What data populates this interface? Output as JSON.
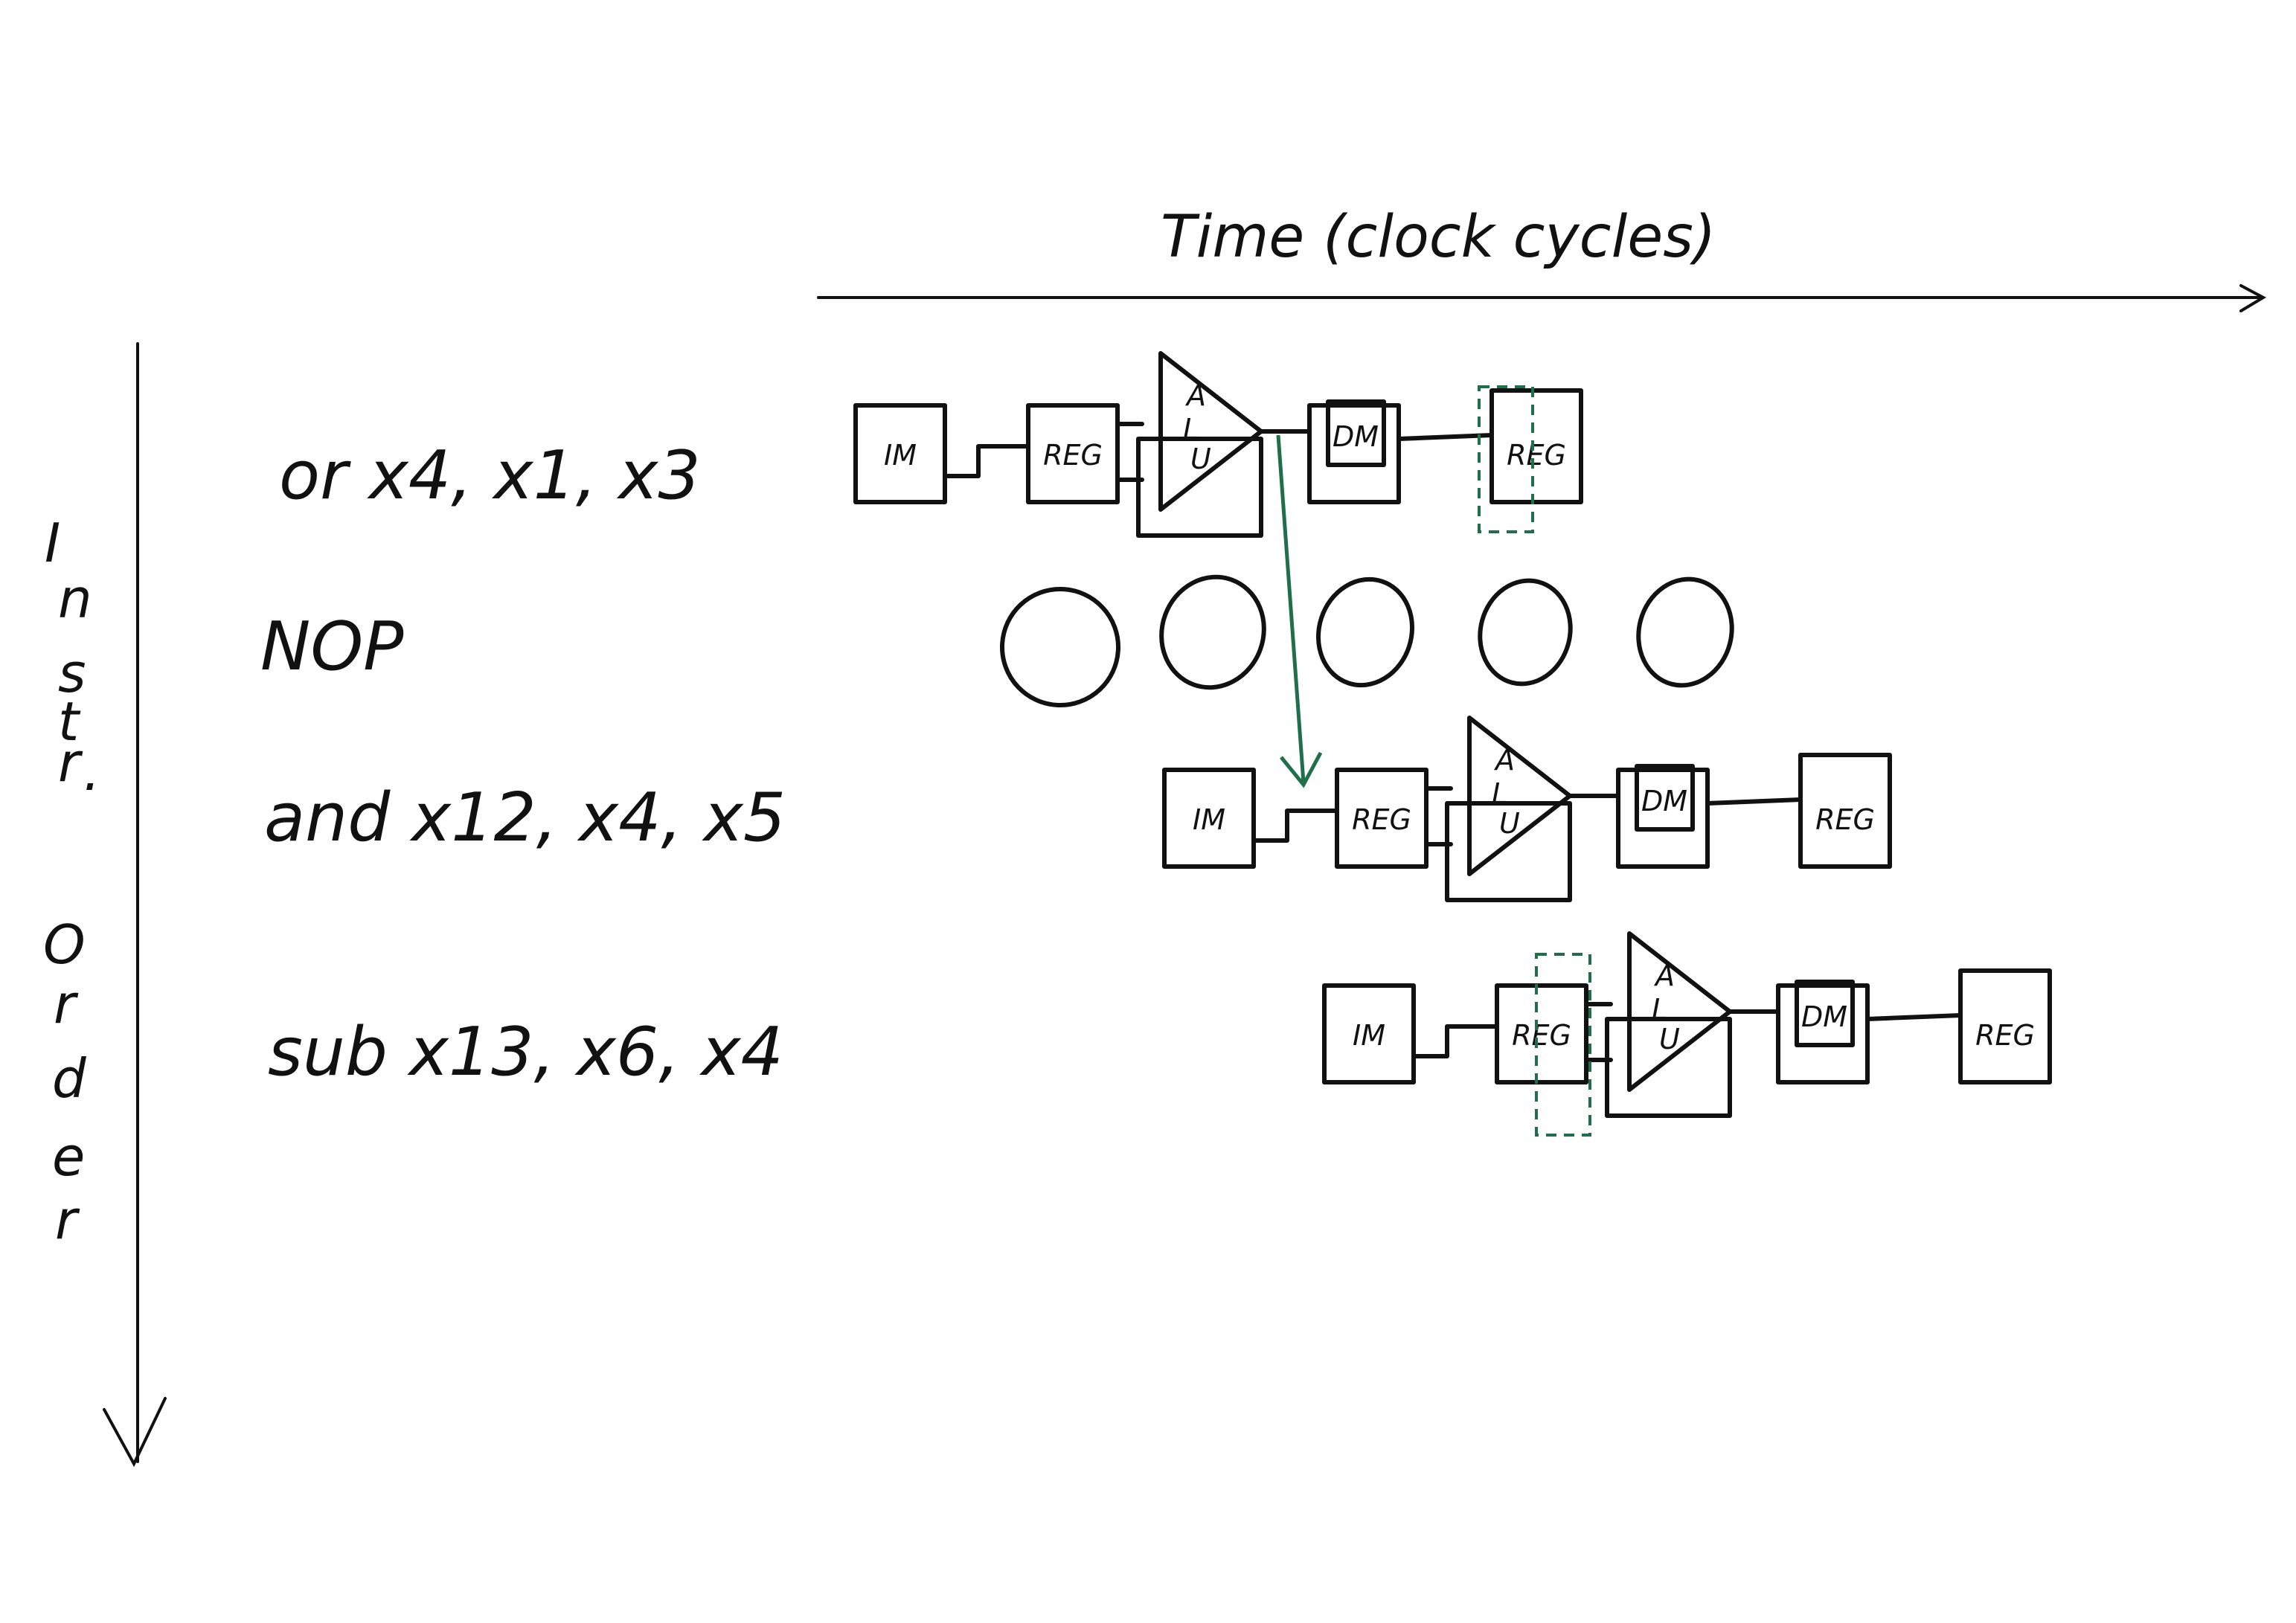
{
  "axis": {
    "time_label": "Time (clock cycles)",
    "order_letters": [
      "I",
      "n",
      "s",
      "t",
      "r",
      ".",
      "O",
      "r",
      "d",
      "e",
      "r"
    ]
  },
  "instructions": [
    {
      "label": "or  x4, x1, x3"
    },
    {
      "label": "NOP"
    },
    {
      "label": "and  x12, x4, x5"
    },
    {
      "label": "sub  x13, x6, x4"
    }
  ],
  "stages": {
    "im": "IM",
    "reg": "REG",
    "alu_a": "A",
    "alu_l": "L",
    "alu_u": "U",
    "dm": "DM"
  },
  "colors": {
    "ink": "#111111",
    "forward": "#1f6f4a"
  }
}
